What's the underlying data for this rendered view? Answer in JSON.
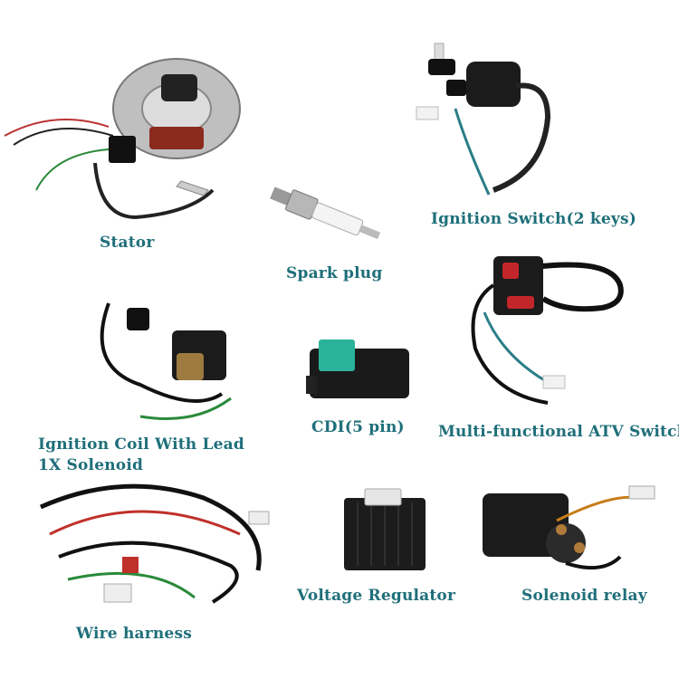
{
  "products": [
    {
      "id": "stator",
      "label": "Stator"
    },
    {
      "id": "spark_plug",
      "label": "Spark plug"
    },
    {
      "id": "ignition_switch",
      "label": "Ignition Switch(2 keys)"
    },
    {
      "id": "ignition_coil",
      "label": "Ignition Coil With Lead"
    },
    {
      "id": "solenoid_note",
      "label": "1X Solenoid"
    },
    {
      "id": "cdi",
      "label": "CDI(5 pin)"
    },
    {
      "id": "atv_switch",
      "label": "Multi-functional ATV Switch"
    },
    {
      "id": "wire_harness",
      "label": "Wire harness"
    },
    {
      "id": "voltage_regulator",
      "label": "Voltage Regulator"
    },
    {
      "id": "solenoid_relay",
      "label": "Solenoid relay"
    }
  ],
  "colors": {
    "label_text": "#1f6f7a",
    "background": "#ffffff",
    "cdi_connector": "#2bb39a",
    "red_wire": "#c0302a",
    "black_part": "#1b1b1b"
  }
}
